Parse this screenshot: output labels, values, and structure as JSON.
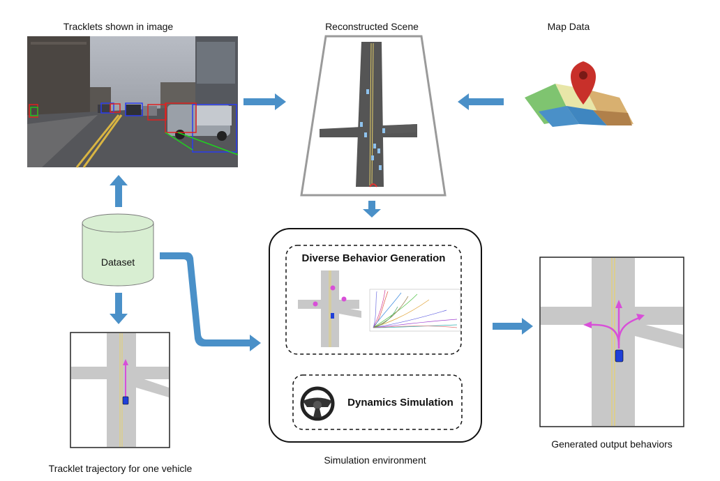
{
  "labels": {
    "tracklets_image": "Tracklets shown in image",
    "reconstructed_scene": "Reconstructed Scene",
    "map_data": "Map Data",
    "dataset": "Dataset",
    "diverse_behavior": "Diverse Behavior Generation",
    "dynamics_simulation": "Dynamics Simulation",
    "generated_output": "Generated output behaviors",
    "simulation_environment": "Simulation environment",
    "tracklet_trajectory": "Tracklet trajectory for one vehicle"
  },
  "colors": {
    "arrow": "#4a90c8",
    "road": "#c8c8c8",
    "lane_yellow": "#e8d26a",
    "vehicle": "#1f3fd8",
    "trajectory": "#d84fd8",
    "dataset_fill": "#d8eed2",
    "map_pin": "#c8302a"
  },
  "icons": [
    "steering-wheel-icon",
    "map-pin-icon",
    "database-icon"
  ]
}
